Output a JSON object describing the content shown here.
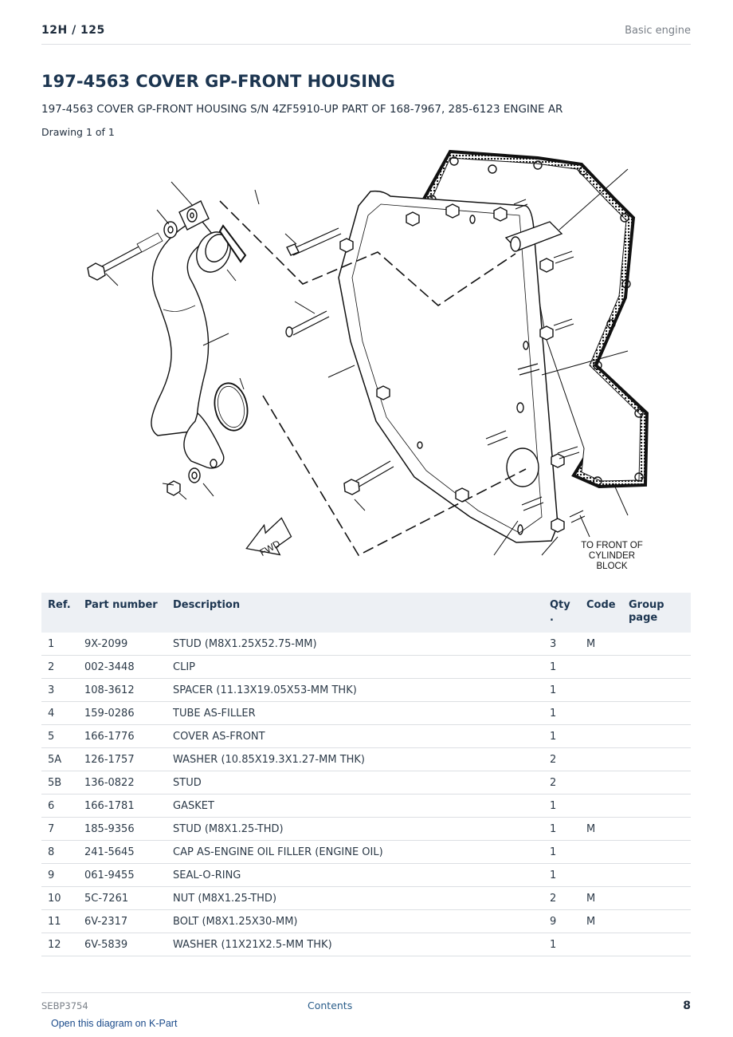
{
  "header": {
    "page_ref": "12H  /  125",
    "section": "Basic engine"
  },
  "title": "197-4563 COVER GP-FRONT HOUSING",
  "subtitle": "197-4563 COVER GP-FRONT HOUSING S/N 4ZF5910-UP PART OF 168-7967, 285-6123 ENGINE AR",
  "drawing_label": "Drawing 1 of 1",
  "diagram": {
    "note_lines": [
      "TO FRONT OF",
      "CYLINDER",
      "BLOCK"
    ],
    "fwd_label": "FWD"
  },
  "table": {
    "headers": {
      "ref": "Ref.",
      "part_number": "Part number",
      "description": "Description",
      "qty": "Qty .",
      "code": "Code",
      "group_page": "Group page"
    },
    "rows": [
      {
        "ref": "1",
        "part_number": "9X-2099",
        "description": "STUD (M8X1.25X52.75-MM)",
        "qty": "3",
        "code": "M",
        "group_page": ""
      },
      {
        "ref": "2",
        "part_number": "002-3448",
        "description": "CLIP",
        "qty": "1",
        "code": "",
        "group_page": ""
      },
      {
        "ref": "3",
        "part_number": "108-3612",
        "description": "SPACER (11.13X19.05X53-MM THK)",
        "qty": "1",
        "code": "",
        "group_page": ""
      },
      {
        "ref": "4",
        "part_number": "159-0286",
        "description": "TUBE AS-FILLER",
        "qty": "1",
        "code": "",
        "group_page": ""
      },
      {
        "ref": "5",
        "part_number": "166-1776",
        "description": "COVER AS-FRONT",
        "qty": "1",
        "code": "",
        "group_page": ""
      },
      {
        "ref": "5A",
        "part_number": "126-1757",
        "description": "WASHER (10.85X19.3X1.27-MM THK)",
        "qty": "2",
        "code": "",
        "group_page": ""
      },
      {
        "ref": "5B",
        "part_number": "136-0822",
        "description": "STUD",
        "qty": "2",
        "code": "",
        "group_page": ""
      },
      {
        "ref": "6",
        "part_number": "166-1781",
        "description": "GASKET",
        "qty": "1",
        "code": "",
        "group_page": ""
      },
      {
        "ref": "7",
        "part_number": "185-9356",
        "description": "STUD (M8X1.25-THD)",
        "qty": "1",
        "code": "M",
        "group_page": ""
      },
      {
        "ref": "8",
        "part_number": "241-5645",
        "description": "CAP AS-ENGINE OIL FILLER (ENGINE OIL)",
        "qty": "1",
        "code": "",
        "group_page": ""
      },
      {
        "ref": "9",
        "part_number": "061-9455",
        "description": "SEAL-O-RING",
        "qty": "1",
        "code": "",
        "group_page": ""
      },
      {
        "ref": "10",
        "part_number": "5C-7261",
        "description": "NUT (M8X1.25-THD)",
        "qty": "2",
        "code": "M",
        "group_page": ""
      },
      {
        "ref": "11",
        "part_number": "6V-2317",
        "description": "BOLT (M8X1.25X30-MM)",
        "qty": "9",
        "code": "M",
        "group_page": ""
      },
      {
        "ref": "12",
        "part_number": "6V-5839",
        "description": "WASHER (11X21X2.5-MM THK)",
        "qty": "1",
        "code": "",
        "group_page": ""
      }
    ]
  },
  "footer": {
    "doc_id": "SEBP3754",
    "contents_link": "Contents",
    "page_number": "8"
  },
  "kpart_link": "Open this diagram on K-Part"
}
